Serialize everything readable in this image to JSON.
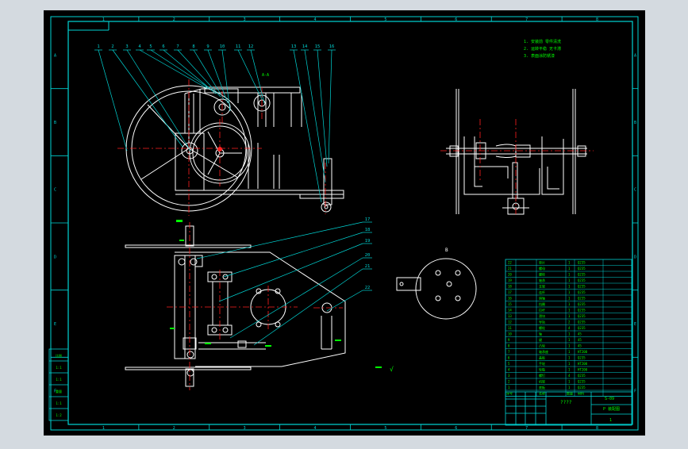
{
  "colors": {
    "background": "#000000",
    "window": "#d4dae0",
    "frame": "#00d4d4",
    "line": "#ffffff",
    "center": "#ff2020",
    "dim": "#00ff00",
    "leader": "#00d4d4",
    "part": "#e8e8e8"
  },
  "border": {
    "top_zones": [
      "1",
      "2",
      "3",
      "4",
      "5",
      "6",
      "7",
      "8"
    ],
    "side_zones": [
      "A",
      "B",
      "C",
      "D",
      "E",
      "F"
    ]
  },
  "front_view": {
    "balloons": [
      "1",
      "2",
      "3",
      "4",
      "5",
      "6",
      "7",
      "8",
      "9",
      "10",
      "11",
      "12",
      "13",
      "14",
      "15",
      "16"
    ],
    "section_label": "A-A"
  },
  "plan_view": {
    "balloons": [
      "17",
      "18",
      "19",
      "20",
      "21",
      "22"
    ]
  },
  "detail_view": {
    "label": "B"
  },
  "tech_notes": [
    "1. 安装前 零件清洗",
    "2. 运转平稳 无卡滞",
    "3. 表面涂防锈漆"
  ],
  "surface_symbol": "√",
  "title_block": {
    "drawing_no": "S-09",
    "title": "????",
    "material": "P 装配图",
    "sheet": "1"
  },
  "parts_list": [
    {
      "no": "22",
      "name": "垫片",
      "qty": "1",
      "mat": "Q235"
    },
    {
      "no": "21",
      "name": "螺母",
      "qty": "1",
      "mat": "Q235"
    },
    {
      "no": "20",
      "name": "螺栓",
      "qty": "1",
      "mat": "Q235"
    },
    {
      "no": "19",
      "name": "轴承",
      "qty": "1",
      "mat": "Q235"
    },
    {
      "no": "18",
      "name": "支架",
      "qty": "1",
      "mat": "Q235"
    },
    {
      "no": "17",
      "name": "连杆",
      "qty": "1",
      "mat": "Q235"
    },
    {
      "no": "16",
      "name": "销轴",
      "qty": "1",
      "mat": "Q235"
    },
    {
      "no": "15",
      "name": "挡圈",
      "qty": "1",
      "mat": "Q235"
    },
    {
      "no": "14",
      "name": "拉杆",
      "qty": "1",
      "mat": "Q235"
    },
    {
      "no": "13",
      "name": "滑块",
      "qty": "1",
      "mat": "Q235"
    },
    {
      "no": "12",
      "name": "导轨",
      "qty": "2",
      "mat": "Q235"
    },
    {
      "no": "11",
      "name": "螺栓",
      "qty": "4",
      "mat": "Q235"
    },
    {
      "no": "10",
      "name": "轴",
      "qty": "1",
      "mat": "45"
    },
    {
      "no": "9",
      "name": "键",
      "qty": "1",
      "mat": "45"
    },
    {
      "no": "8",
      "name": "凸轮",
      "qty": "1",
      "mat": "45"
    },
    {
      "no": "7",
      "name": "轴承座",
      "qty": "1",
      "mat": "HT200"
    },
    {
      "no": "6",
      "name": "盖板",
      "qty": "1",
      "mat": "Q235"
    },
    {
      "no": "5",
      "name": "手轮",
      "qty": "1",
      "mat": "HT200"
    },
    {
      "no": "4",
      "name": "轮毂",
      "qty": "1",
      "mat": "HT200"
    },
    {
      "no": "3",
      "name": "螺钉",
      "qty": "4",
      "mat": "Q235"
    },
    {
      "no": "2",
      "name": "机架",
      "qty": "1",
      "mat": "Q235"
    },
    {
      "no": "1",
      "name": "底板",
      "qty": "1",
      "mat": "Q235"
    }
  ],
  "parts_header": {
    "no": "序号",
    "name": "名称",
    "qty": "数量",
    "mat": "材料"
  },
  "left_side_table": [
    "比例",
    "1:1",
    "1:1",
    "重量",
    "1:1",
    "1:2"
  ]
}
